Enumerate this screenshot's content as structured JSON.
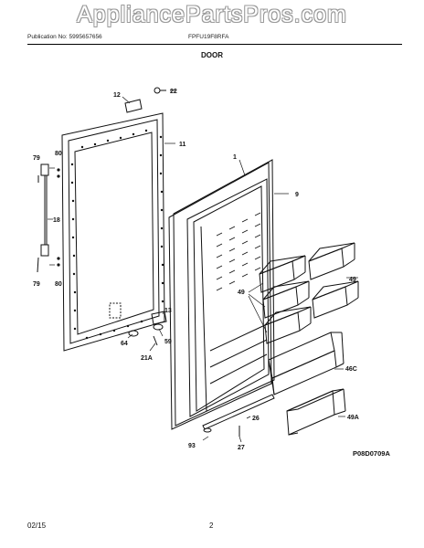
{
  "watermark": "AppliancePartsPros.com",
  "header": {
    "publication": "Publication No: 5995657656",
    "model": "FPFU19F8RFA",
    "section_title": "DOOR"
  },
  "callouts": {
    "c1": "1",
    "c9": "9",
    "c11": "11",
    "c12": "12",
    "c13": "13",
    "c18": "18",
    "c21a": "21A",
    "c22": "22",
    "c26": "26",
    "c27": "27",
    "c46c": "46C",
    "c49a": "49",
    "c49b": "49",
    "c49c": "49A",
    "c59": "59",
    "c64": "64",
    "c79a": "79",
    "c79b": "79",
    "c80a": "80",
    "c80b": "80",
    "c93": "93"
  },
  "figure_code": "P08D0709A",
  "footer": {
    "date": "02/15",
    "page": "2"
  }
}
